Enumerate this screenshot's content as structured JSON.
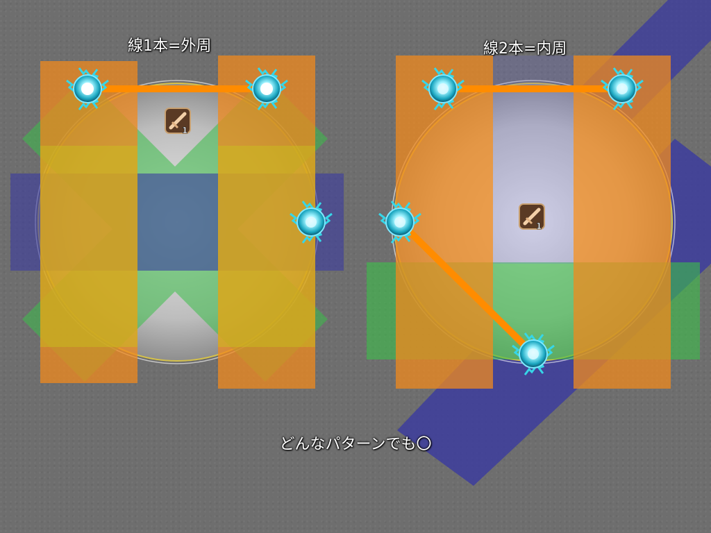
{
  "panels": [
    {
      "id": "left",
      "title": "線1本=外周",
      "weapon_count": "1",
      "marker_count": 3,
      "tether_count": 1
    },
    {
      "id": "right",
      "title": "線2本=内周",
      "weapon_count": "1",
      "marker_count": 4,
      "tether_count": 2
    }
  ],
  "footer": {
    "text": "どんなパターンでも〇"
  },
  "colors": {
    "background": "#6e6e6e",
    "aoe_orange": "#f08a1e",
    "aoe_yellow": "#c8c41a",
    "aoe_green": "#3cbf4a",
    "aoe_blue": "#3a3aa0",
    "tether": "#ff8c00",
    "marker_cyan": "#36d6e8"
  },
  "icons": {
    "weapon": "sword-icon",
    "marker": "lightning-orb-icon"
  }
}
